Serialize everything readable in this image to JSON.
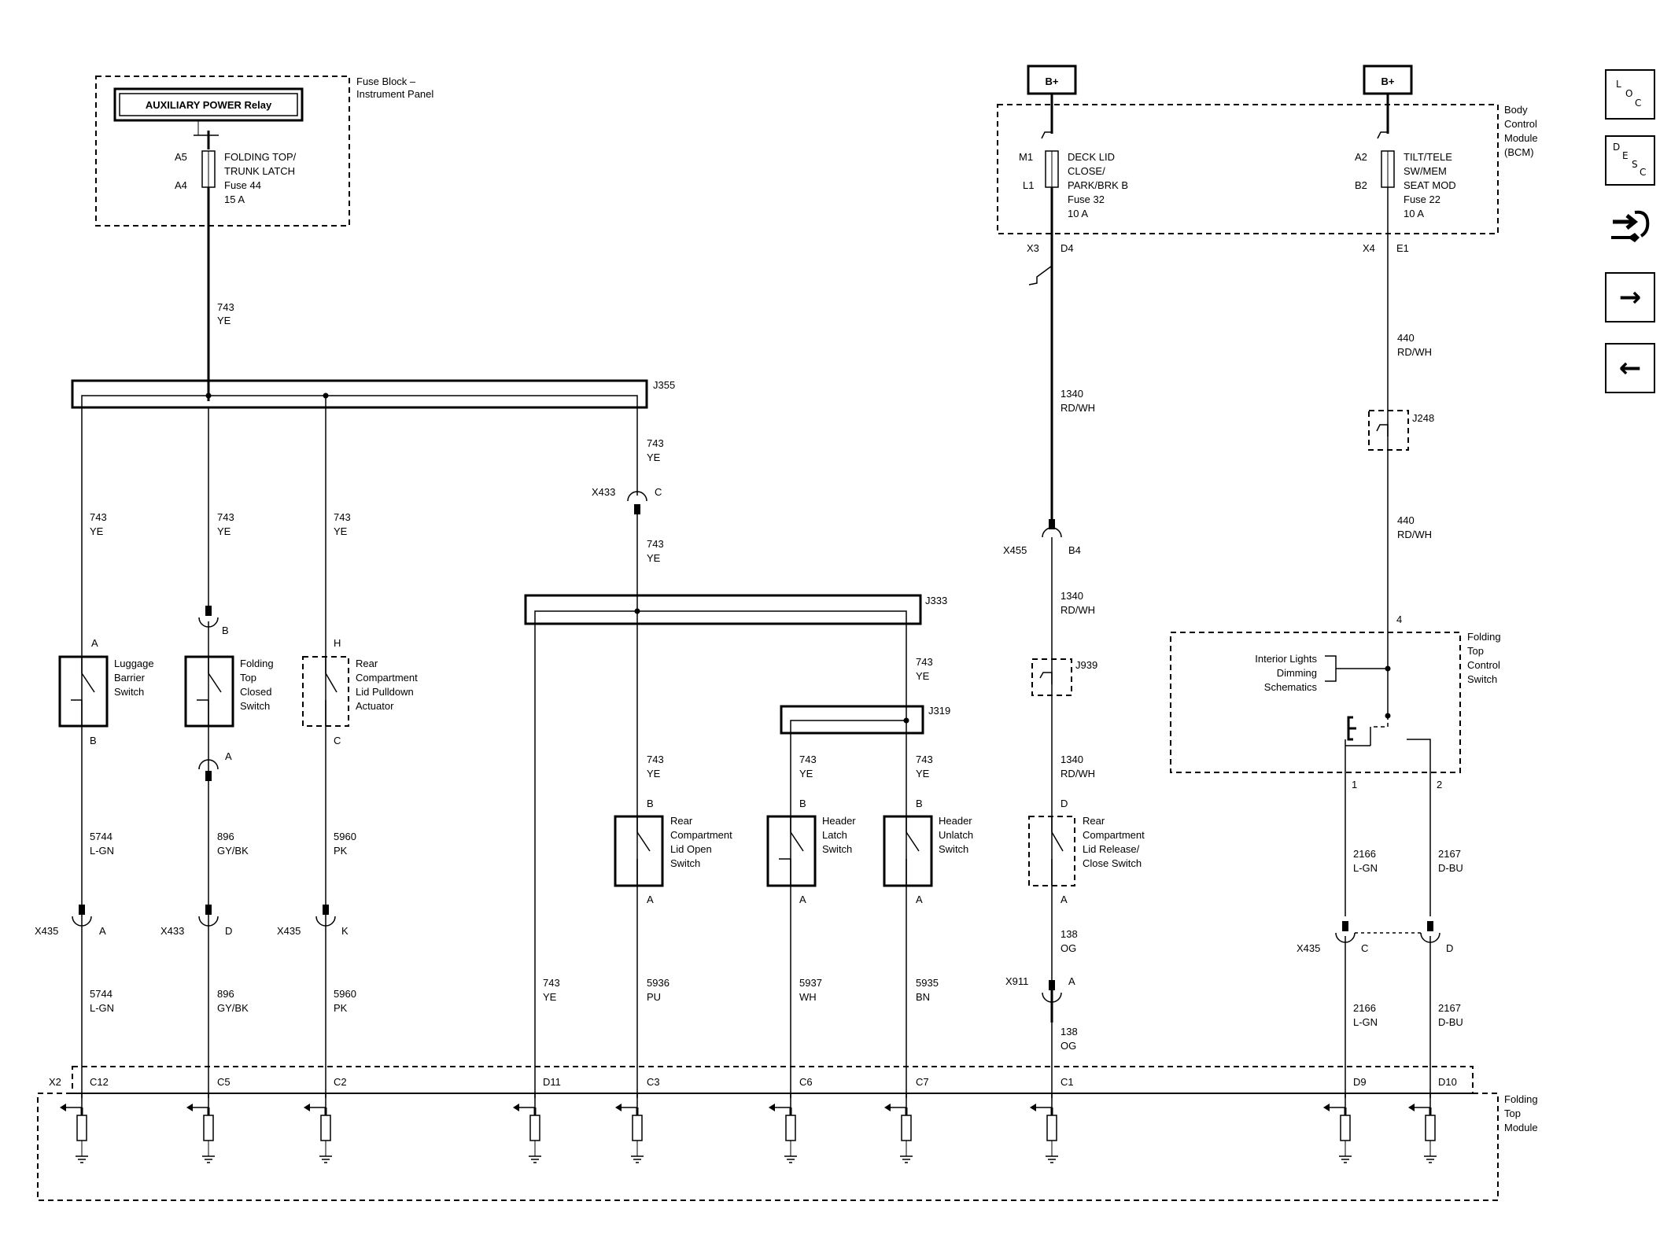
{
  "relay": {
    "title": "AUXILIARY POWER Relay"
  },
  "fuse_block": {
    "label": "Fuse Block – Instrument Panel"
  },
  "fuse44": {
    "lines": [
      "FOLDING TOP/",
      "TRUNK LATCH",
      "Fuse 44",
      "15 A"
    ],
    "pin_top": "A5",
    "pin_bot": "A4"
  },
  "bcm": {
    "label": [
      "Body",
      "Control",
      "Module",
      "(BCM)"
    ]
  },
  "bplus_left": "B+",
  "bplus_right": "B+",
  "fuse32": {
    "lines": [
      "DECK LID",
      "CLOSE/",
      "PARK/BRK B",
      "Fuse 32",
      "10 A"
    ],
    "pin_top": "M1",
    "pin_bot": "L1"
  },
  "fuse22": {
    "lines": [
      "TILT/TELE",
      "SW/MEM",
      "SEAT MOD",
      "Fuse 22",
      "10 A"
    ],
    "pin_top": "A2",
    "pin_bot": "B2"
  },
  "conn_x3": "X3",
  "pin_d4": "D4",
  "conn_x4": "X4",
  "pin_e1": "E1",
  "splices": {
    "j355": "J355",
    "j333": "J333",
    "j319": "J319",
    "j248": "J248",
    "j939": "J939"
  },
  "wires": {
    "w743": [
      "743",
      "YE"
    ],
    "w5744": [
      "5744",
      "L-GN"
    ],
    "w896": [
      "896",
      "GY/BK"
    ],
    "w5960": [
      "5960",
      "PK"
    ],
    "w5936": [
      "5936",
      "PU"
    ],
    "w5937": [
      "5937",
      "WH"
    ],
    "w5935": [
      "5935",
      "BN"
    ],
    "w1340": [
      "1340",
      "RD/WH"
    ],
    "w138": [
      "138",
      "OG"
    ],
    "w440": [
      "440",
      "RD/WH"
    ],
    "w2166": [
      "2166",
      "L-GN"
    ],
    "w2167": [
      "2167",
      "D-BU"
    ]
  },
  "connectors": {
    "x433": "X433",
    "x435": "X435",
    "x455": "X455",
    "x911": "X911",
    "x2": "X2",
    "pin_c": "C",
    "pin_b": "B",
    "pin_a": "A",
    "pin_d": "D",
    "pin_k": "K",
    "pin_b4": "B4",
    "pin_h": "H",
    "pin_4": "4",
    "pin_1": "1",
    "pin_2": "2"
  },
  "x2_pins": [
    "C12",
    "C5",
    "C2",
    "D11",
    "C3",
    "C6",
    "C7",
    "C1",
    "D9",
    "D10"
  ],
  "components": {
    "luggage": [
      "Luggage",
      "Barrier",
      "Switch"
    ],
    "folding_closed": [
      "Folding",
      "Top",
      "Closed",
      "Switch"
    ],
    "pulldown": [
      "Rear",
      "Compartment",
      "Lid Pulldown",
      "Actuator"
    ],
    "lid_open": [
      "Rear",
      "Compartment",
      "Lid Open",
      "Switch"
    ],
    "header_latch": [
      "Header",
      "Latch",
      "Switch"
    ],
    "header_unlatch": [
      "Header",
      "Unlatch",
      "Switch"
    ],
    "lid_release": [
      "Rear",
      "Compartment",
      "Lid Release/",
      "Close Switch"
    ],
    "interior_lights": [
      "Interior Lights",
      "Dimming",
      "Schematics"
    ],
    "ftc_switch": [
      "Folding",
      "Top",
      "Control",
      "Switch"
    ],
    "ft_module": [
      "Folding",
      "Top",
      "Module"
    ]
  },
  "nav": {
    "loc": [
      "L",
      "O",
      "C"
    ],
    "desc": [
      "D",
      "E",
      "S",
      "C"
    ],
    "next": "→",
    "prev": "←",
    "tool_icon": "connector-wrench-icon"
  }
}
